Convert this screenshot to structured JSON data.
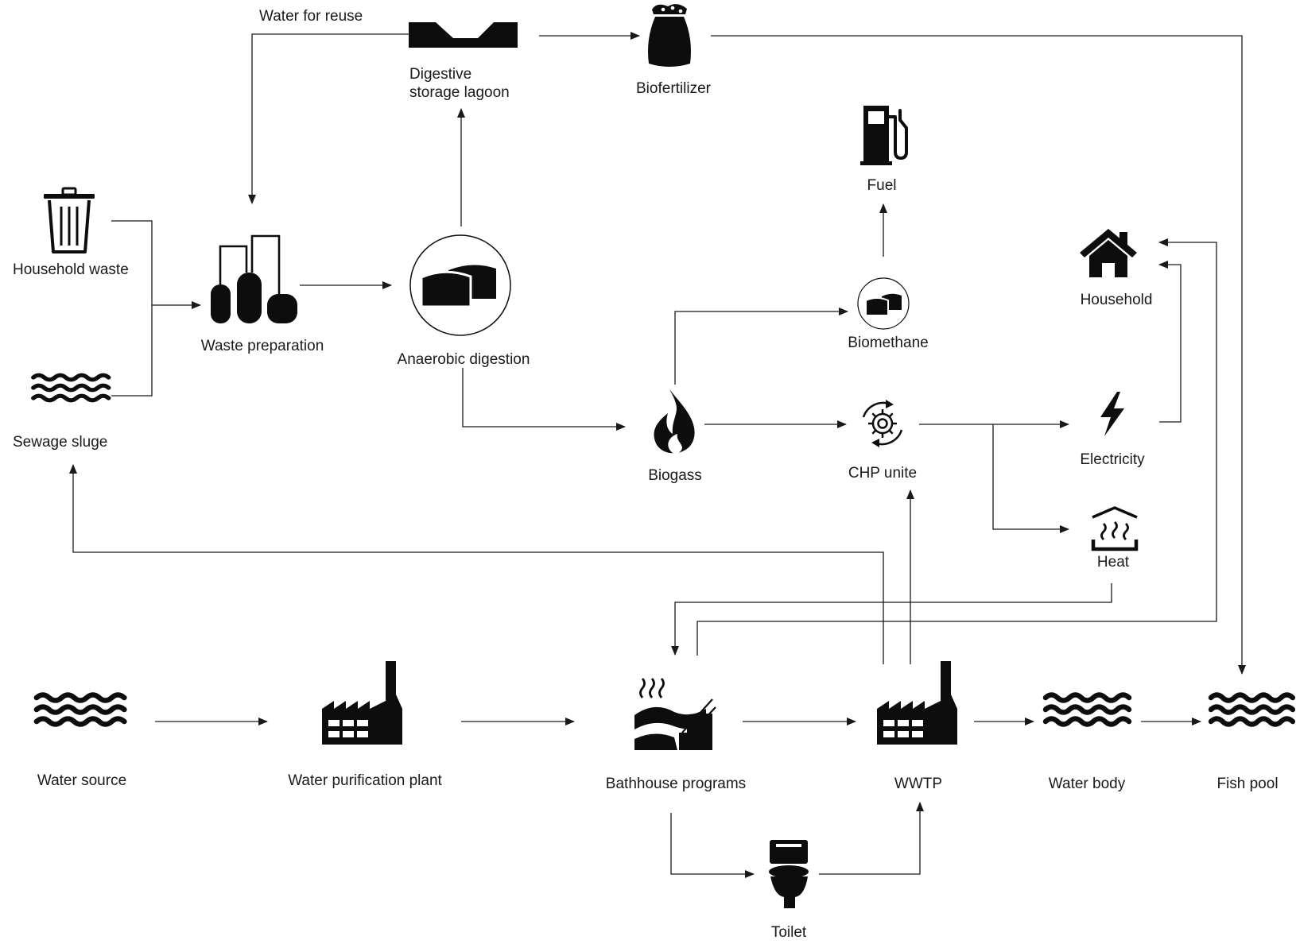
{
  "diagram": {
    "nodes": {
      "household_waste": "Household waste",
      "sewage_sludge": "Sewage sluge",
      "waste_preparation": "Waste preparation",
      "anaerobic_digestion": "Anaerobic digestion",
      "digestive_storage_lagoon_line1": "Digestive",
      "digestive_storage_lagoon_line2": "storage lagoon",
      "biofertilizer": "Biofertilizer",
      "fuel": "Fuel",
      "biomethane": "Biomethane",
      "biogas": "Biogass",
      "chp_unit": "CHP unite",
      "household": "Household",
      "electricity": "Electricity",
      "heat": "Heat",
      "water_source": "Water source",
      "water_purification_plant": "Water purification plant",
      "bathhouse_programs": "Bathhouse programs",
      "wwtp": "WWTP",
      "water_body": "Water body",
      "fish_pool": "Fish pool",
      "toilet": "Toilet"
    },
    "edge_labels": {
      "water_for_reuse": "Water for reuse"
    },
    "icons": {
      "household_waste": "trash-can-icon",
      "sewage_sludge": "waves-icon",
      "waste_preparation": "tanks-icon",
      "anaerobic_digestion": "digester-icon",
      "digestive_storage_lagoon": "lagoon-icon",
      "biofertilizer": "fertilizer-sack-icon",
      "fuel": "fuel-pump-icon",
      "biomethane": "biomethane-icon",
      "biogas": "flame-icon",
      "chp_unit": "gear-cycle-icon",
      "household": "house-icon",
      "electricity": "lightning-icon",
      "heat": "heat-icon",
      "water_source": "waves-icon",
      "water_purification_plant": "factory-icon",
      "bathhouse_programs": "bathhouse-icon",
      "wwtp": "factory-icon",
      "water_body": "waves-icon",
      "fish_pool": "waves-icon",
      "toilet": "toilet-icon"
    },
    "colors": {
      "ink": "#0d0d0d",
      "background": "#ffffff"
    }
  }
}
